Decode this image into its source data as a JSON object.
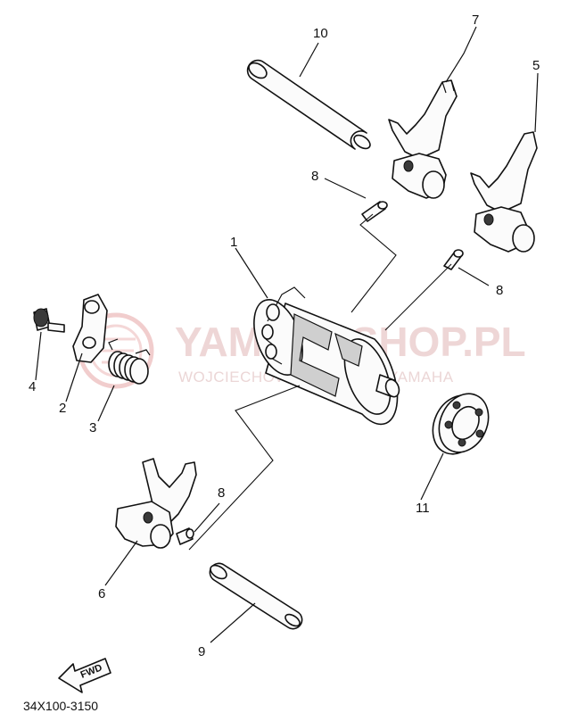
{
  "watermark": {
    "title": "YAMAHASHOP.PL",
    "subtitle": "WOJCIECHOWSKI DEALER YAMAHA"
  },
  "diagram_code": "34X100-3150",
  "fwd_label": "FWD",
  "callouts": {
    "c1": "1",
    "c2": "2",
    "c3": "3",
    "c4": "4",
    "c5": "5",
    "c6": "6",
    "c7": "7",
    "c8a": "8",
    "c8b": "8",
    "c8c": "8",
    "c9": "9",
    "c10": "10",
    "c11": "11"
  },
  "colors": {
    "line": "#111111",
    "watermark": "#e9c9c9"
  }
}
